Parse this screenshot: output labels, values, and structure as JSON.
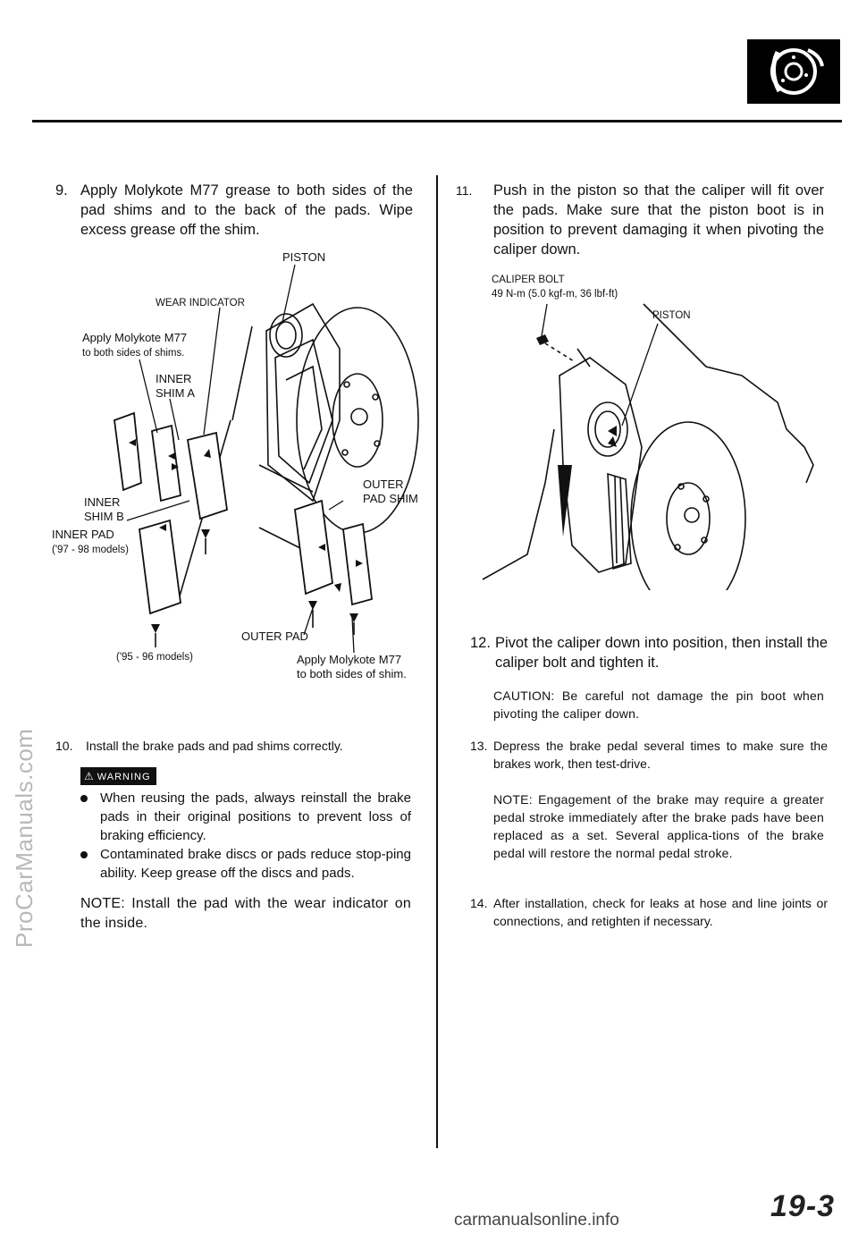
{
  "icons": {
    "header": "brake-disc-icon",
    "warning": "warning-triangle-icon"
  },
  "watermark": "ProCarManuals.com",
  "left": {
    "step9": {
      "num": "9.",
      "text": "Apply Molykote M77 grease to both sides of the pad shims and to the back of the pads. Wipe excess grease off the shim."
    },
    "figure": {
      "piston": "PISTON",
      "wear_indicator": "WEAR  INDICATOR",
      "apply_shims_l1": "Apply Molykote M77",
      "apply_shims_l2": "to both sides of shims.",
      "inner_shim_a_l1": "INNER",
      "inner_shim_a_l2": "SHIM A",
      "outer_pad_shim_l1": "OUTER",
      "outer_pad_shim_l2": "PAD SHIM",
      "inner_shim_b_l1": "INNER",
      "inner_shim_b_l2": "SHIM B",
      "inner_pad": "INNER PAD",
      "models_97_98": "('97 - 98  models)",
      "outer_pad": "OUTER PAD",
      "models_95_96": "('95 - 96  models)",
      "apply_shim_l1": "Apply Molykote M77",
      "apply_shim_l2": "to both sides of shim."
    },
    "step10": {
      "num": "10.",
      "text": "Install the brake pads and pad shims correctly."
    },
    "warning_label": "WARNING",
    "warnings": [
      "When reusing the pads, always reinstall the brake pads in their original positions to prevent loss of braking efficiency.",
      "Contaminated brake discs or pads reduce stop-ping ability. Keep grease off the discs and pads."
    ],
    "note": "NOTE: Install the pad with the wear indicator on the inside."
  },
  "right": {
    "step11": {
      "num": "11.",
      "text": "Push in the piston so that the caliper will fit over the pads. Make sure that the piston boot is in position to prevent damaging it when pivoting the caliper down."
    },
    "figure": {
      "caliper_bolt": "CALIPER BOLT",
      "torque": "49 N-m (5.0 kgf-m, 36 lbf-ft)",
      "piston": "PISTON"
    },
    "step12": {
      "num": "12.",
      "text": "Pivot the caliper down into position, then install the caliper bolt and tighten it."
    },
    "caution": "CAUTION: Be careful not damage the pin boot when pivoting the caliper down.",
    "step13": {
      "num": "13.",
      "text": "Depress the brake pedal several times to make sure the brakes work, then test-drive."
    },
    "note13": "NOTE: Engagement of the brake may require a greater pedal stroke immediately after the brake pads have been replaced as a set. Several applica-tions of the brake pedal will restore the normal pedal stroke.",
    "step14": {
      "num": "14.",
      "text": "After installation, check for leaks at hose and line joints or connections, and retighten if necessary."
    }
  },
  "page_number": "19-3",
  "footer_site": "carmanualsonline.info"
}
